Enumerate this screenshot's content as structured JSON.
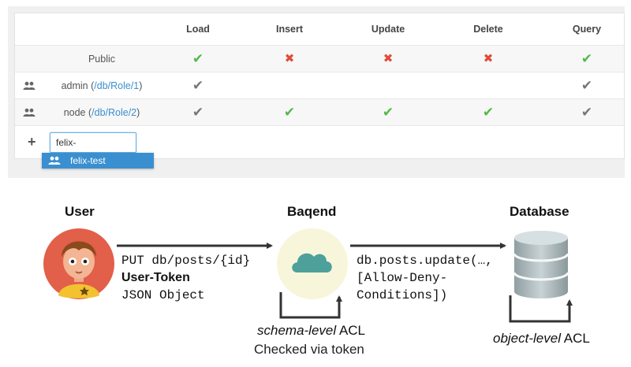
{
  "acl": {
    "columns": [
      "Load",
      "Insert",
      "Update",
      "Delete",
      "Query"
    ],
    "rows": [
      {
        "name": "Public",
        "link": "",
        "suffix": "",
        "has_icon": false,
        "marks": [
          "check",
          "x",
          "x",
          "x",
          "check"
        ]
      },
      {
        "name": "admin (",
        "link": "/db/Role/1",
        "suffix": ")",
        "has_icon": true,
        "marks": [
          "grey-check",
          "",
          "",
          "",
          "grey-check"
        ]
      },
      {
        "name": "node (",
        "link": "/db/Role/2",
        "suffix": ")",
        "has_icon": true,
        "marks": [
          "grey-check",
          "check",
          "check",
          "check",
          "grey-check"
        ]
      }
    ],
    "add_icon": "plus-icon",
    "input_value": "felix-",
    "suggestion": "felix-test",
    "colors": {
      "check": "#55b84a",
      "x": "#e24b36",
      "grey": "#777777",
      "link": "#3a8fd0",
      "highlight": "#3a8fd0"
    }
  },
  "diagram": {
    "user_title": "User",
    "baqend_title": "Baqend",
    "database_title": "Database",
    "request_line1": "PUT db/posts/{id}",
    "request_line2": "User-Token",
    "request_line3": "JSON Object",
    "update_line1": "db.posts.update(…,",
    "update_line2": "[Allow-Deny-",
    "update_line3": "Conditions])",
    "schema_acl_italic": "schema-level",
    "schema_acl_rest": " ACL",
    "schema_acl_caption": "Checked via token",
    "object_acl_italic": "object-level",
    "object_acl_rest": " ACL",
    "icons": [
      "user-avatar-icon",
      "cloud-icon",
      "database-icon"
    ]
  }
}
